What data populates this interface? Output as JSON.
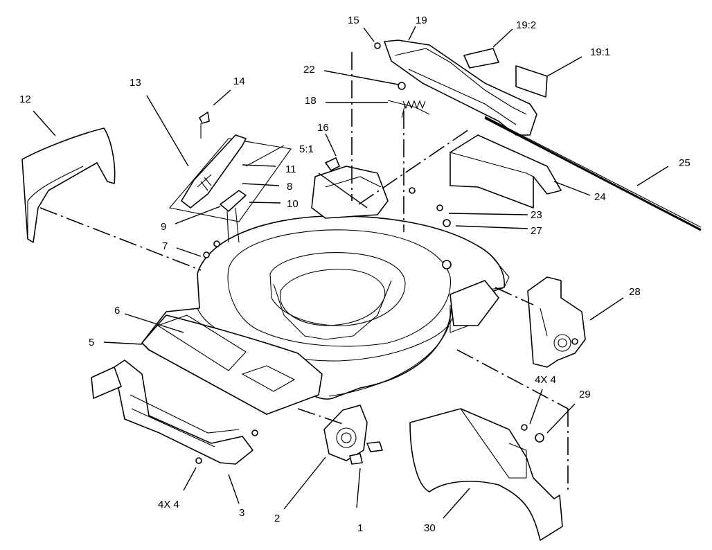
{
  "diagram": {
    "background": "#ffffff",
    "ink": "#000000",
    "callouts": {
      "c1": "1",
      "c2": "2",
      "c3": "3",
      "c4x4a": "4X 4",
      "c5": "5",
      "c5_1": "5:1",
      "c6": "6",
      "c7": "7",
      "c8": "8",
      "c9": "9",
      "c10": "10",
      "c11": "11",
      "c12": "12",
      "c13": "13",
      "c14": "14",
      "c15": "15",
      "c16": "16",
      "c18": "18",
      "c19": "19",
      "c19_1": "19:1",
      "c19_2": "19:2",
      "c22": "22",
      "c23": "23",
      "c24": "24",
      "c25": "25",
      "c27": "27",
      "c28": "28",
      "c29": "29",
      "c4x4b": "4X 4",
      "c30": "30"
    }
  }
}
